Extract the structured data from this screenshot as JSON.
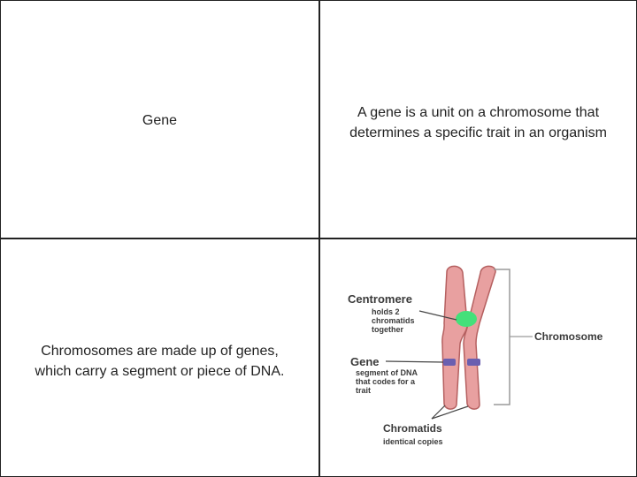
{
  "cells": {
    "term": "Gene",
    "definition_line1": "A gene is a unit on a chromosome that",
    "definition_line2": "determines a specific trait in an organism",
    "fact_line1": "Chromosomes are made up of genes,",
    "fact_line2": "which carry a segment or piece of DNA."
  },
  "diagram": {
    "centromere_label": "Centromere",
    "centromere_desc_1": "holds 2",
    "centromere_desc_2": "chromatids",
    "centromere_desc_3": "together",
    "gene_label": "Gene",
    "gene_desc_1": "segment of DNA",
    "gene_desc_2": "that codes for a",
    "gene_desc_3": "trait",
    "chromosome_label": "Chromosome",
    "chromatids_label": "Chromatids",
    "chromatids_desc": "identical copies",
    "colors": {
      "chromosome_fill": "#e8a0a0",
      "chromosome_stroke": "#b56060",
      "centromere": "#44e07a",
      "gene_band": "#6a5fb0"
    }
  }
}
